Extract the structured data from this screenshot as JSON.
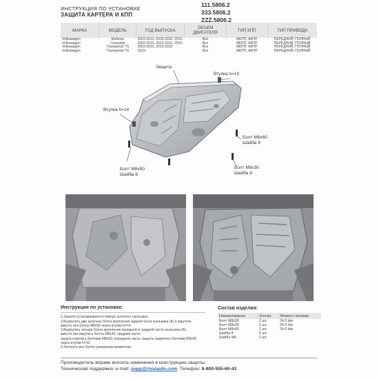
{
  "header": {
    "line1": "ИНСТРУКЦИЯ ПО УСТАНОВКЕ",
    "line2": "ЗАЩИТА КАРТЕРА И КПП",
    "codes": [
      "111.5806.2",
      "333.5806.2",
      "ZZZ.5806.2"
    ]
  },
  "vehicle_table": {
    "headers": [
      "МАРКА",
      "МОДЕЛЬ",
      "ГОД ВЫПУСКА",
      "ОБЪЕМ ДВИГАТЕЛЯ",
      "ТИП КПП",
      "ТИП ПРИВОДА"
    ],
    "rows": [
      [
        "Volkswagen",
        "Multivan",
        "2003-2010, 2010-2015, 2015-",
        "Все",
        "МКПП; АКПП",
        "ПЕРЕДНИЙ; ПОЛНЫЙ"
      ],
      [
        "Volkswagen",
        "Caravelle",
        "2003-2010, 2010-2015, 2015-",
        "Все",
        "МКПП; АКПП",
        "ПЕРЕДНИЙ; ПОЛНЫЙ"
      ],
      [
        "Volkswagen",
        "Transporter T5",
        "2003-2010, 2010-2015",
        "Все",
        "МКПП; АКПП",
        "ПЕРЕДНИЙ; ПОЛНЫЙ"
      ],
      [
        "Volkswagen",
        "Transporter T6",
        "2015-",
        "Все",
        "МКПП; АКПП",
        "ПЕРЕДНИЙ; ПОЛНЫЙ"
      ]
    ]
  },
  "diagram_labels": {
    "guard": "Защита",
    "bushing_left": "Втулка h=14",
    "bushing_right": "Втулка h=10",
    "bolt_m8x60": "Болт М8х60",
    "washer_1": "Шайба 8",
    "bolt_m8x50": "Болт М8х50",
    "washer_2": "Шайба 8",
    "bolt_m8x30": "Болт М8х30",
    "washer_3": "Шайба 8"
  },
  "instructions": {
    "title": "Инструкция по установке:",
    "steps": [
      "1.Защита устанавливается поверх штатного пыльника.",
      "2.Выкрутить два штатных болта крепления задней части пыльника (А) и вкрутить",
      "вместо них болты М8х50 через втулки h=14.",
      "3.Выкрутить четыре болта крепления передней и средней части пыльника (Б),",
      "вместо них вкрутить болты М8х30, средние части",
      "защиты крепить болтами М8х30, переднюю часть защиты закрепить болтами М8х60",
      "через втулки h=10.",
      "5.Затянуть все болты указанным моментом."
    ]
  },
  "components": {
    "title": "Состав изделия:",
    "headers": [
      "Наименование",
      "Кол-во",
      "Момент затяжки"
    ],
    "rows": [
      [
        "Болт М8х30",
        "2 шт.",
        "24.0 Нм"
      ],
      [
        "Болт М8х50",
        "2 шт.",
        "24.0 Нм"
      ],
      [
        "Болт М8х60",
        "2 шт.",
        "24.0 Нм"
      ],
      [
        "Шайба 8",
        "6 шт.",
        ""
      ],
      [
        "Шайба М9",
        "2 шт.",
        ""
      ]
    ]
  },
  "footer": {
    "line1": "Производитель вправе вносить изменения в конструкцию защиты.",
    "support_prefix": "Техническая поддержка: e-mail: ",
    "email": "supp@rivalauto.com",
    "phone_prefix": "; Телефон: ",
    "phone": "8-800-555-60-43"
  }
}
